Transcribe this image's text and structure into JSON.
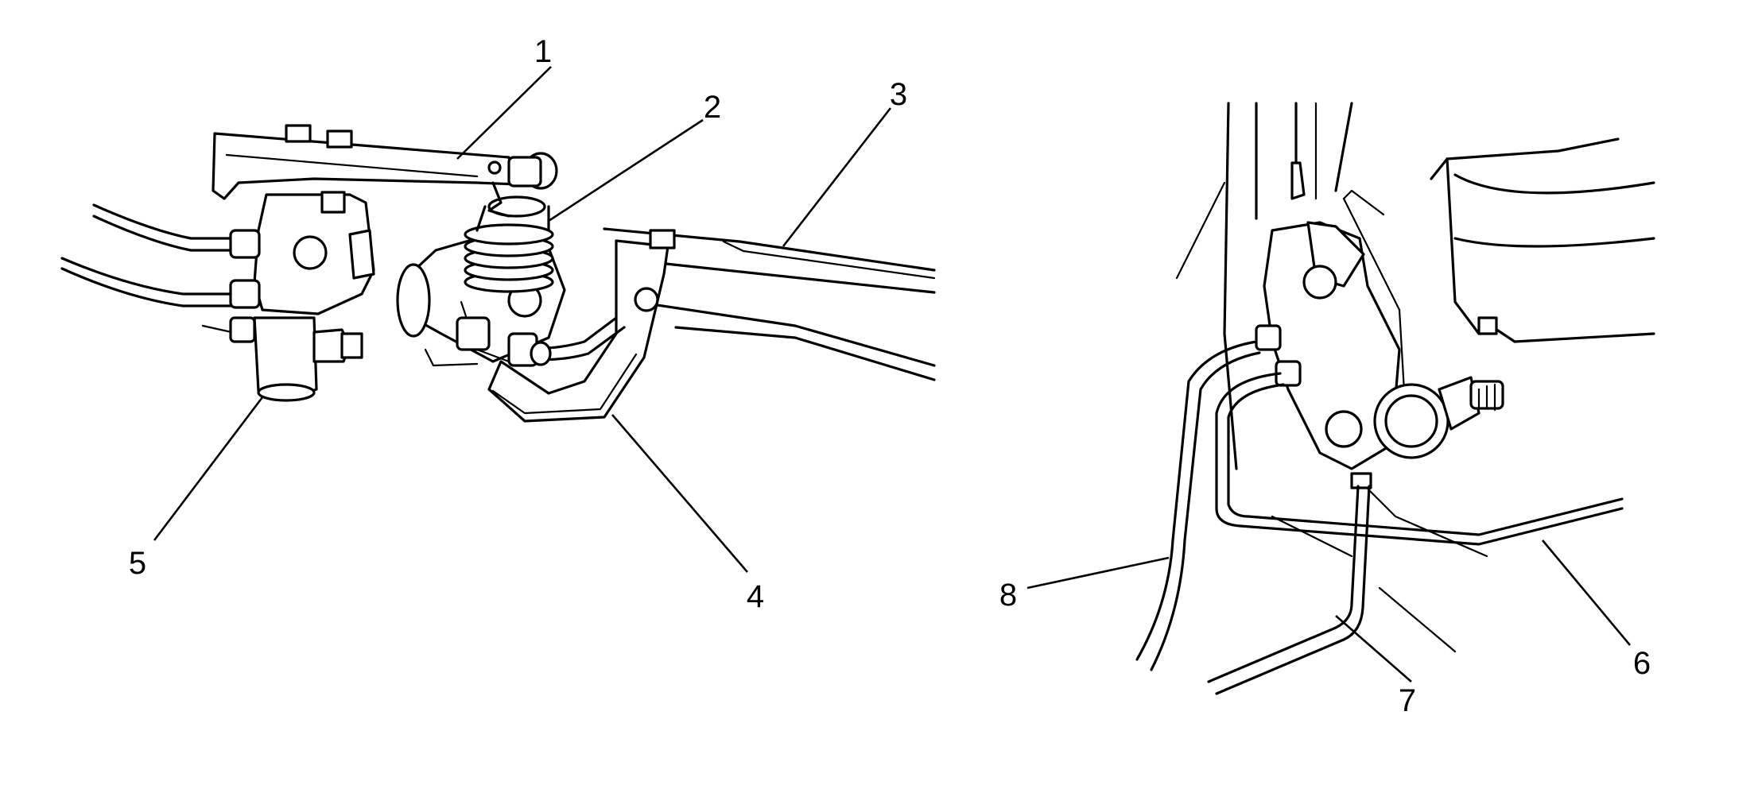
{
  "callouts": [
    {
      "id": "1",
      "label": "1"
    },
    {
      "id": "2",
      "label": "2"
    },
    {
      "id": "3",
      "label": "3"
    },
    {
      "id": "4",
      "label": "4"
    },
    {
      "id": "5",
      "label": "5"
    },
    {
      "id": "6",
      "label": "6"
    },
    {
      "id": "7",
      "label": "7"
    },
    {
      "id": "8",
      "label": "8"
    }
  ],
  "colors": {
    "ink": "#000000",
    "background": "#ffffff"
  }
}
